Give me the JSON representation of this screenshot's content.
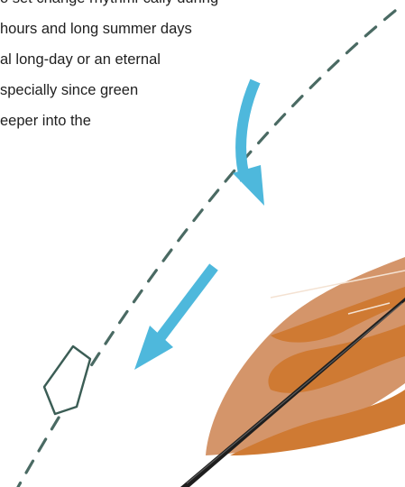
{
  "text": {
    "lines": [
      "o set change rhythmi-cally during",
      " hours and long summer days",
      "al long-day or an eternal",
      "specially since green",
      "eeper into the"
    ]
  },
  "colors": {
    "dashed_path": "#4a6a63",
    "arrow": "#4eb8dc",
    "leaf_light": "#d4956a",
    "leaf_dark": "#cf7a33",
    "stem": "#1e1e1e",
    "leaf_vein": "#f4e2d2"
  },
  "icons": {
    "small_shape": "pentagon-outline-icon",
    "arrows": "curved-arrow-icon",
    "leaf": "leaf-icon"
  }
}
